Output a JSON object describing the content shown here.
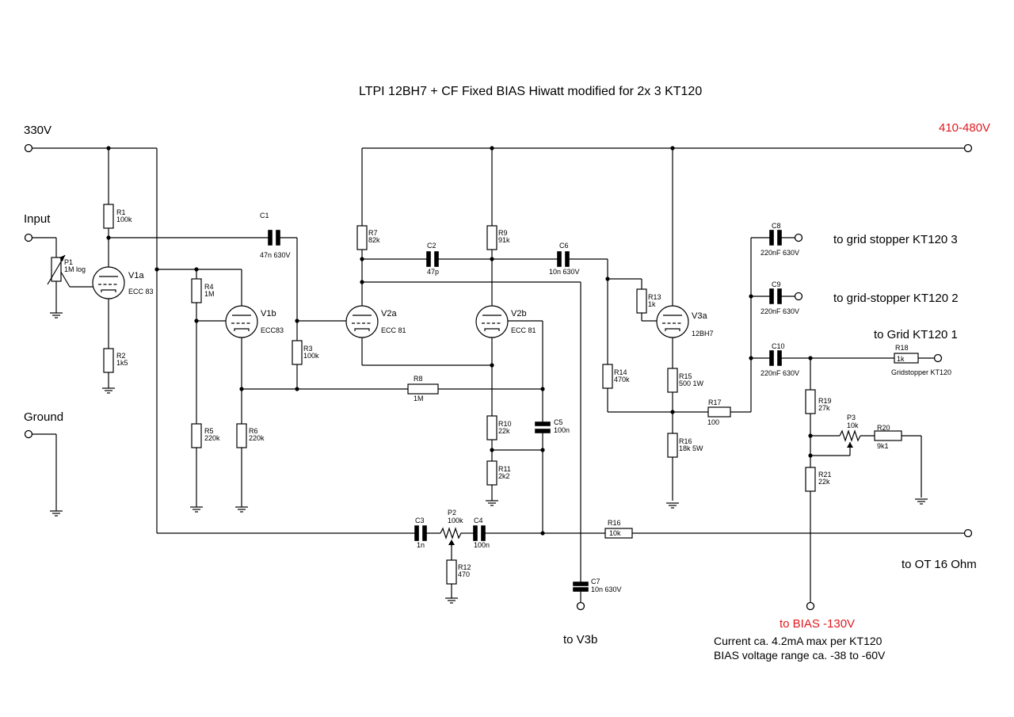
{
  "title": "LTPI 12BH7 + CF Fixed BIAS Hiwatt modified for 2x 3 KT120",
  "colors": {
    "accent_red": "#e0191e",
    "wire": "#000000"
  },
  "labels": {
    "supply_330": "330V",
    "supply_hi": "410-480V",
    "input": "Input",
    "ground": "Ground",
    "to_ks3": "to grid stopper KT120 3",
    "to_ks2": "to grid-stopper KT120 2",
    "to_ks1": "to Grid KT120 1",
    "to_ot": "to OT 16 Ohm",
    "to_v3b": "to V3b",
    "to_bias": "to BIAS -130V",
    "note1": "Current ca. 4.2mA max per KT120",
    "note2": "BIAS voltage range ca. -38 to -60V"
  },
  "tubes": {
    "v1a": {
      "name": "V1a",
      "type": "ECC 83"
    },
    "v1b": {
      "name": "V1b",
      "type": "ECC83"
    },
    "v2a": {
      "name": "V2a",
      "type": "ECC 81"
    },
    "v2b": {
      "name": "V2b",
      "type": "ECC 81"
    },
    "v3a": {
      "name": "V3a",
      "type": "12BH7"
    }
  },
  "components": {
    "p1": {
      "name": "P1",
      "value": "1M log"
    },
    "r1": {
      "name": "R1",
      "value": "100k"
    },
    "r2": {
      "name": "R2",
      "value": "1k5"
    },
    "r3": {
      "name": "R3",
      "value": "100k"
    },
    "r4": {
      "name": "R4",
      "value": "1M"
    },
    "r5": {
      "name": "R5",
      "value": "220k"
    },
    "r6": {
      "name": "R6",
      "value": "220k"
    },
    "r7": {
      "name": "R7",
      "value": "82k"
    },
    "r8": {
      "name": "R8",
      "value": "1M"
    },
    "r9": {
      "name": "R9",
      "value": "91k"
    },
    "r10": {
      "name": "R10",
      "value": "22k"
    },
    "r11": {
      "name": "R11",
      "value": "2k2"
    },
    "r12": {
      "name": "R12",
      "value": "470"
    },
    "r13": {
      "name": "R13",
      "value": "1k"
    },
    "r14": {
      "name": "R14",
      "value": "470k"
    },
    "r15": {
      "name": "R15",
      "value": "500 1W"
    },
    "r16a": {
      "name": "R16",
      "value": "18k 5W"
    },
    "r16b": {
      "name": "R16",
      "value": "10k"
    },
    "r17": {
      "name": "R17",
      "value": "100"
    },
    "r18": {
      "name": "R18",
      "value": "1k",
      "note": "Gridstopper KT120"
    },
    "r19": {
      "name": "R19",
      "value": "27k"
    },
    "r20": {
      "name": "R20",
      "value": "9k1"
    },
    "r21": {
      "name": "R21",
      "value": "22k"
    },
    "p2": {
      "name": "P2",
      "value": "100k"
    },
    "p3": {
      "name": "P3",
      "value": "10k"
    },
    "c1": {
      "name": "C1",
      "value": "47n 630V"
    },
    "c2": {
      "name": "C2",
      "value": "47p"
    },
    "c3": {
      "name": "C3",
      "value": "1n"
    },
    "c4": {
      "name": "C4",
      "value": "100n"
    },
    "c5": {
      "name": "C5",
      "value": "100n"
    },
    "c6": {
      "name": "C6",
      "value": "10n 630V"
    },
    "c7": {
      "name": "C7",
      "value": "10n 630V"
    },
    "c8": {
      "name": "C8",
      "value": "220nF 630V"
    },
    "c9": {
      "name": "C9",
      "value": "220nF 630V"
    },
    "c10": {
      "name": "C10",
      "value": "220nF 630V"
    }
  }
}
